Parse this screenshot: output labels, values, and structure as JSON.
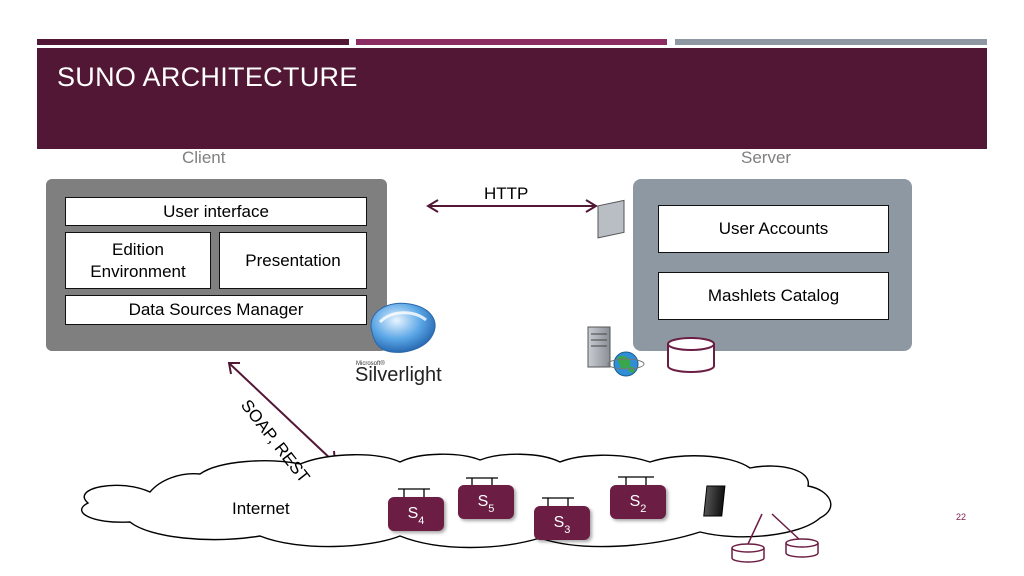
{
  "header": {
    "title": "SUNO ARCHITECTURE"
  },
  "colors": {
    "primary": "#521735",
    "accent": "#8b2d63",
    "gray": "#8d98a3",
    "node": "#6b1d43"
  },
  "client": {
    "label": "Client",
    "boxes": {
      "user_interface": "User interface",
      "edition_environment": "Edition Environment",
      "presentation": "Presentation",
      "data_sources_manager": "Data Sources Manager"
    }
  },
  "server": {
    "label": "Server",
    "boxes": {
      "user_accounts": "User Accounts",
      "mashlets_catalog": "Mashlets Catalog"
    }
  },
  "protocols": {
    "http": "HTTP",
    "soap_rest": "SOAP, REST"
  },
  "silverlight": {
    "microsoft": "Microsoft®",
    "name": "Silverlight"
  },
  "internet": {
    "label": "Internet",
    "services": [
      {
        "letter": "S",
        "sub": "4"
      },
      {
        "letter": "S",
        "sub": "5"
      },
      {
        "letter": "S",
        "sub": "3"
      },
      {
        "letter": "S",
        "sub": "2"
      }
    ]
  },
  "page_number": "22"
}
